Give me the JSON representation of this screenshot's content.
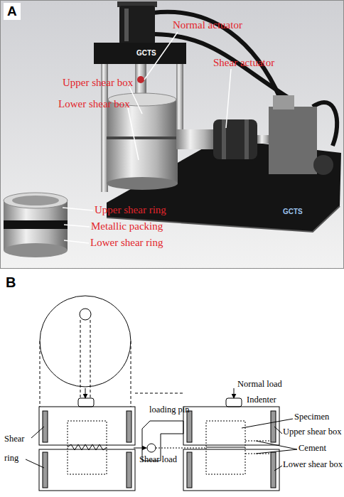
{
  "diagram": {
    "nodes": [
      {
        "text": [
          "A"
        ]
      }
    ],
    "labels": [
      "Normal actuator",
      "Upper shear box",
      "Shear actuator",
      "Lower shear box",
      "Upper shear ring",
      "Metallic packing",
      "Lower shear ring",
      "GCTS",
      "GCTS",
      "B",
      "Normal load",
      "Indenter",
      "loading pin",
      "Specimen",
      "Shear ring",
      "Upper shear box",
      "Cement",
      "Lower shear box",
      "Shear load"
    ]
  }
}
